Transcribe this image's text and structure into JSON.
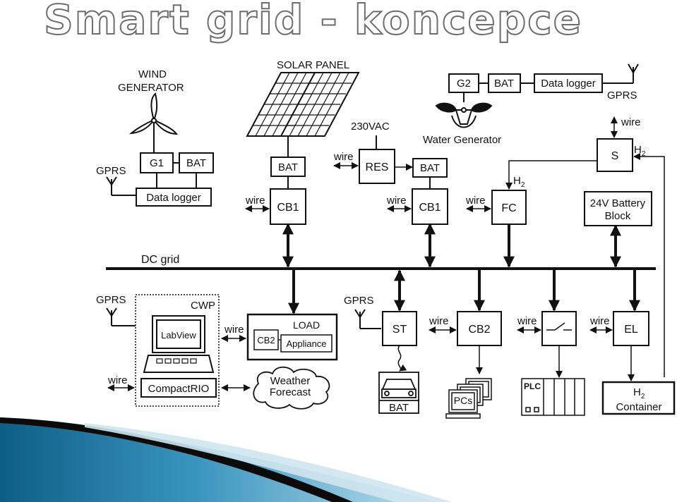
{
  "slide": {
    "title": "Smart grid - koncepce"
  },
  "diagram": {
    "wind_generator": [
      "WIND",
      "GENERATOR"
    ],
    "solar_panel": "SOLAR PANEL",
    "water_generator": "Water Generator",
    "g1": "G1",
    "g2": "G2",
    "bat": "BAT",
    "data_logger": "Data logger",
    "gprs": "GPRS",
    "wire": "wire",
    "vac": "230VAC",
    "res": "RES",
    "cb1": "CB1",
    "cb2": "CB2",
    "fc": "FC",
    "s": "S",
    "h2": "H",
    "h2_sub": "2",
    "battery_block": [
      "24V Battery",
      "Block"
    ],
    "dc_grid": "DC grid",
    "cwp": "CWP",
    "labview": "LabView",
    "compactrio": "CompactRIO",
    "load": "LOAD",
    "appliance": "Appliance",
    "weather": [
      "Weather",
      "Forecast"
    ],
    "st": "ST",
    "el": "EL",
    "pcs": "PCs",
    "plc": "PLC",
    "container": "Container"
  }
}
